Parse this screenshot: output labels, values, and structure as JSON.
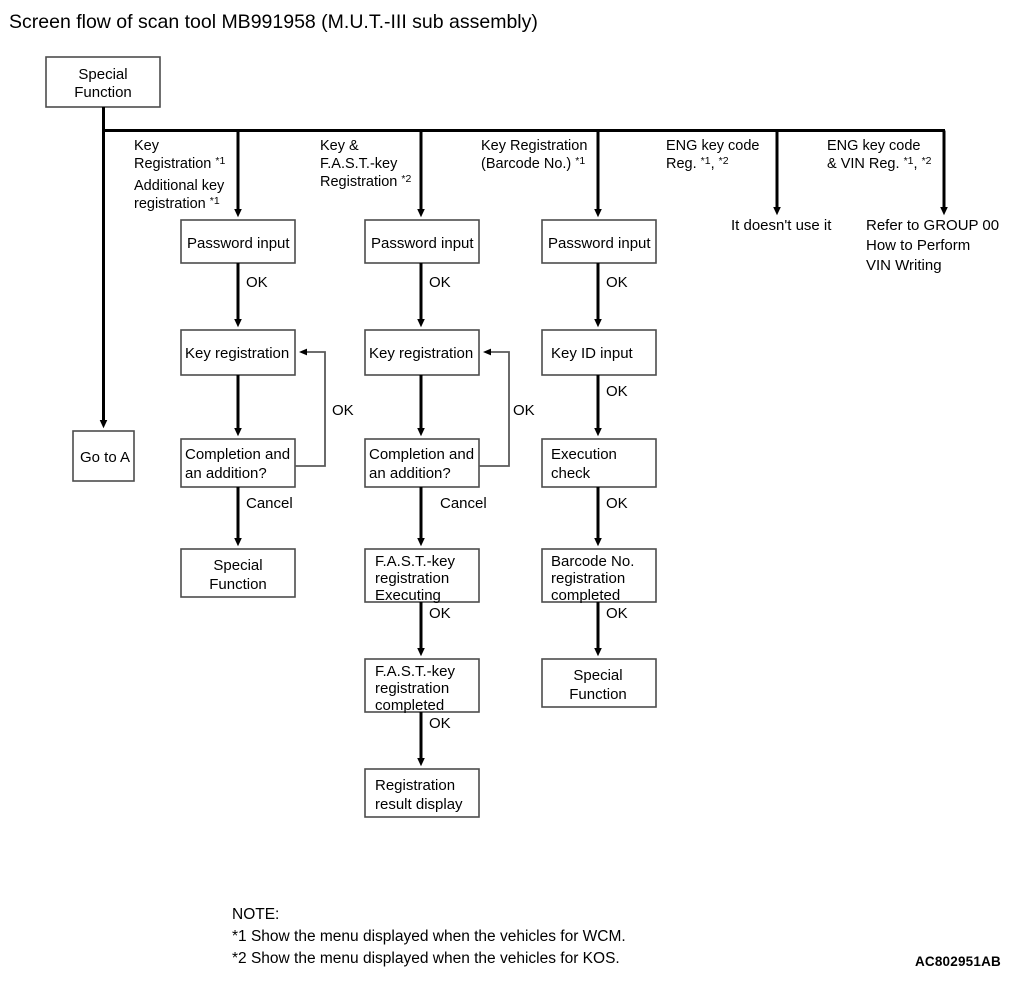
{
  "title": "Screen flow of scan tool MB991958 (M.U.T.-III sub assembly)",
  "figure_code": "AC802951AB",
  "root": {
    "label_line1": "Special",
    "label_line2": "Function"
  },
  "branches": [
    {
      "id": "go-to-a",
      "label_lines": [],
      "terminal_box": {
        "line1": "Go to A",
        "line2": ""
      }
    },
    {
      "id": "key-registration",
      "label_lines": [
        "Key",
        "Registration *1",
        "",
        "Additional key",
        "registration *1"
      ]
    },
    {
      "id": "key-and-fast-key-registration",
      "label_lines": [
        "Key &",
        "F.A.S.T.-key",
        "Registration *2"
      ]
    },
    {
      "id": "key-registration-barcode",
      "label_lines": [
        "Key Registration",
        "(Barcode No.) *1"
      ]
    },
    {
      "id": "eng-key-code-reg",
      "label_lines": [
        "ENG key code",
        "Reg. *1, *2"
      ],
      "terminal_text": [
        "It doesn't use it"
      ]
    },
    {
      "id": "eng-key-code-and-vin-reg",
      "label_lines": [
        "ENG key code",
        "& VIN Reg. *1, *2"
      ],
      "terminal_text": [
        "Refer to GROUP 00",
        "How to Perform",
        "VIN Writing"
      ]
    }
  ],
  "columns": [
    {
      "id": "column-key-registration",
      "boxes": [
        {
          "id": "password-input-1",
          "lines": [
            "Password input"
          ],
          "align": "left"
        },
        {
          "id": "key-registration-1",
          "lines": [
            "Key registration"
          ],
          "align": "left"
        },
        {
          "id": "completion-and-addition-1",
          "lines": [
            "Completion and",
            "an addition?"
          ],
          "align": "left"
        },
        {
          "id": "special-function-1",
          "lines": [
            "Special",
            "Function"
          ],
          "align": "center"
        }
      ],
      "edges": [
        "OK",
        "Cancel"
      ],
      "loop_label": "OK"
    },
    {
      "id": "column-fast-key",
      "boxes": [
        {
          "id": "password-input-2",
          "lines": [
            "Password input"
          ],
          "align": "left"
        },
        {
          "id": "key-registration-2",
          "lines": [
            "Key registration"
          ],
          "align": "left"
        },
        {
          "id": "completion-and-addition-2",
          "lines": [
            "Completion and",
            "an addition?"
          ],
          "align": "left"
        },
        {
          "id": "fast-key-registration-executing",
          "lines": [
            "F.A.S.T.-key",
            "registration",
            "Executing"
          ],
          "align": "left"
        },
        {
          "id": "fast-key-registration-completed",
          "lines": [
            "F.A.S.T.-key",
            "registration",
            "completed"
          ],
          "align": "left"
        },
        {
          "id": "registration-result-display",
          "lines": [
            "Registration",
            "result display"
          ],
          "align": "left"
        }
      ],
      "edges": [
        "OK",
        "Cancel",
        "OK",
        "OK"
      ],
      "loop_label": "OK"
    },
    {
      "id": "column-barcode",
      "boxes": [
        {
          "id": "password-input-3",
          "lines": [
            "Password input"
          ],
          "align": "left"
        },
        {
          "id": "key-id-input",
          "lines": [
            "Key ID input"
          ],
          "align": "left"
        },
        {
          "id": "execution-check",
          "lines": [
            "Execution",
            "check"
          ],
          "align": "left"
        },
        {
          "id": "barcode-no-registration-completed",
          "lines": [
            "Barcode No.",
            "registration",
            "completed"
          ],
          "align": "left"
        },
        {
          "id": "special-function-3",
          "lines": [
            "Special",
            "Function"
          ],
          "align": "center"
        }
      ],
      "edges": [
        "OK",
        "OK",
        "OK",
        "OK"
      ]
    }
  ],
  "note": {
    "heading": "NOTE:",
    "lines": [
      "*1 Show the menu displayed when the vehicles for WCM.",
      "*2 Show the menu displayed when the vehicles for KOS."
    ]
  }
}
